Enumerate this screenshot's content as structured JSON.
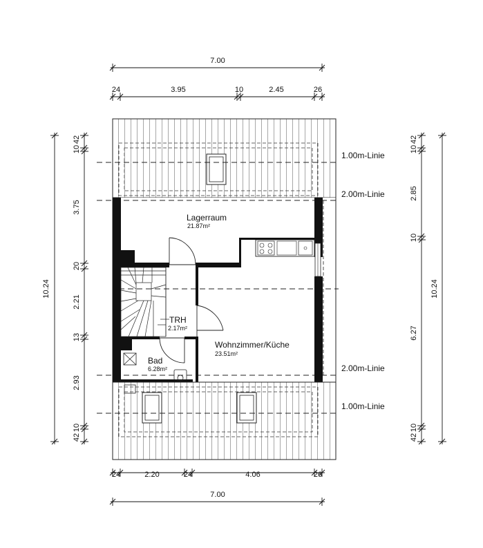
{
  "dims": {
    "top_total": "7.00",
    "top_parts": [
      "24",
      "3.95",
      "10",
      "2.45",
      "26"
    ],
    "bottom_parts": [
      "24",
      "2.20",
      "24",
      "4.06",
      "26"
    ],
    "bottom_total": "7.00",
    "left_total": "10.24",
    "left_parts": [
      "42",
      "10",
      "3.75",
      "20",
      "2.21",
      "13",
      "2.93",
      "10",
      "42"
    ],
    "right_total": "10.24",
    "right_parts": [
      "42",
      "10",
      "2.85",
      "10",
      "6.27",
      "10",
      "42"
    ]
  },
  "lines": {
    "upper_1m": "1.00m-Linie",
    "upper_2m": "2.00m-Linie",
    "lower_2m": "2.00m-Linie",
    "lower_1m": "1.00m-Linie"
  },
  "rooms": {
    "lagerraum": {
      "name": "Lagerraum",
      "area": "21.87m²"
    },
    "trh": {
      "name": "TRH",
      "area": "2.17m²"
    },
    "bad": {
      "name": "Bad",
      "area": "6.28m²"
    },
    "wohnen": {
      "name": "Wohnzimmer/Küche",
      "area": "23.51m²"
    }
  }
}
